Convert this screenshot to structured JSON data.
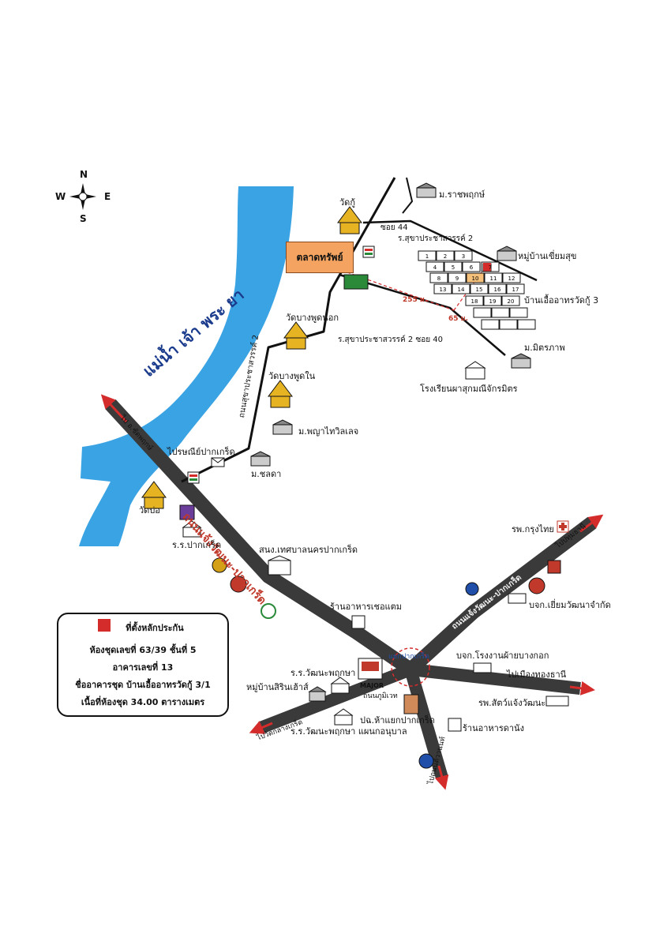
{
  "compass": {
    "n": "N",
    "s": "S",
    "e": "E",
    "w": "W"
  },
  "colors": {
    "river": "#3aa3e3",
    "road_main": "#3a3a3a",
    "road_local": "#111111",
    "arrow": "#d42b2b",
    "market": "#f4a460",
    "plot": "#d42b2b"
  },
  "river": {
    "label": "แม่น้ำ เจ้า พระ ยา"
  },
  "market": {
    "label": "ตลาดทรัพย์"
  },
  "roads": {
    "chaengwattana": "ถนนแจ้งวัฒนะ-ปากเกร็ด",
    "sukhapracha": "ถนนสุขาประชาสวรรค์ 2",
    "chaengwattana_east": "ถนนแจ้งวัฒนะ-ปากเกร็ด",
    "soi44": "ซอย 44",
    "sukha_soi2": "ร.สุขาประชาสวรรค์ 2",
    "sukha_soi40": "ร.สุขาประชาสวรรค์ 2 ซอย 40",
    "junction": "แยกปากเกร็ด",
    "dist1": "255 ม.",
    "dist2": "65 ม."
  },
  "directions": {
    "nw": "ไป อ.ซัดพฤกษ์",
    "ne": "ไปปทุมธานี",
    "east": "ไปเมืองทองธานี",
    "sw": "ไปวัดกลางเกร็ด",
    "south": "ไปถนนติวานนท์",
    "sw_road": "ถนนภูมิเวท"
  },
  "places": {
    "wat_ku": "วัดกู้",
    "wat_bangphut_nok": "วัดบางพูดนอก",
    "wat_bangphut_nai": "วัดบางพูดใน",
    "wat_bo": "วัดบ่อ",
    "m_ratchaphruek": "ม.ราชพฤกษ์",
    "village_khiamsuk": "หมู่บ้านเขี่ยมสุข",
    "baan_eua": "บ้านเอื้ออาทรวัดกู้ 3",
    "m_mittraphap": "ม.มิตรภาพ",
    "school_phasuk": "โรงเรียนผาสุกมณีจักรมิตร",
    "m_phaya": "ม.พญาไทวิลเลจ",
    "post_office": "ไปรษณีย์ปากเกร็ด",
    "m_chala": "ม.ชลดา",
    "school_pakkret": "ร.ร.ปากเกร็ด",
    "municipality": "สนง.เทศบาลนครปากเกร็ด",
    "restaurant_chef": "ร้านอาหารเชอแตม",
    "rs_watthana": "ร.ร.วัฒนะพฤกษา",
    "village_sirin": "หมู่บ้านสิรินเฮ้าส์",
    "rs_watthana2": "ร.ร.วัฒนะพฤกษา แผนกอนุบาล",
    "mall": "ปฉ.ห้าแยกปากเกร็ด",
    "restaurant_danang": "ร้านอาหารดานัง",
    "hospital_krungthai": "รพ.กรุงไทย",
    "company_khiamwattana": "บจก.เยี่ยมวัฒนาจำกัด",
    "factory_bangkok": "บจก.โรงงานผ้ายบางกอก",
    "vet_hospital": "รพ.สัตว์แจ้งวัฒนะ",
    "major": "MAJOR"
  },
  "legend": {
    "title": "ที่ตั้งหลักประกัน",
    "line1": "ห้องชุดเลขที่ 63/39  ชั้นที่ 5",
    "line2": "อาคารเลขที่ 13",
    "line3": "ชื่ออาคารชุด บ้านเอื้ออาทรวัดกู้ 3/1",
    "line4": "เนื้อที่ห้องชุด 34.00 ตารางเมตร"
  },
  "grid_numbers": [
    "1",
    "2",
    "3",
    "4",
    "5",
    "6",
    "7",
    "8",
    "9",
    "10",
    "11",
    "12",
    "13",
    "14",
    "15",
    "16",
    "17",
    "18",
    "19",
    "20"
  ]
}
